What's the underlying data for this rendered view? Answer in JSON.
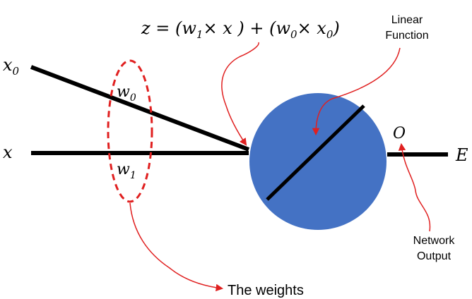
{
  "equation": {
    "lhs": "z = (w",
    "sub1": "1",
    "mid1": "× x  ) + (w",
    "sub0": "0",
    "mid2": "× x",
    "sub_x0": "0",
    "rhs": ")"
  },
  "inputs": {
    "x0_main": "x",
    "x0_sub": "0",
    "x": "x"
  },
  "weights": {
    "w0_main": "w",
    "w0_sub": "0",
    "w1_main": "w",
    "w1_sub": "1",
    "caption": "The weights"
  },
  "neuron": {
    "fill_color": "#4472C4",
    "linear_label_line1": "Linear",
    "linear_label_line2": "Function"
  },
  "output": {
    "o_label": "O",
    "e_label": "E",
    "network_label_line1": "Network",
    "network_label_line2": "Output"
  },
  "colors": {
    "annotation": "#E02020",
    "line": "#000000"
  }
}
